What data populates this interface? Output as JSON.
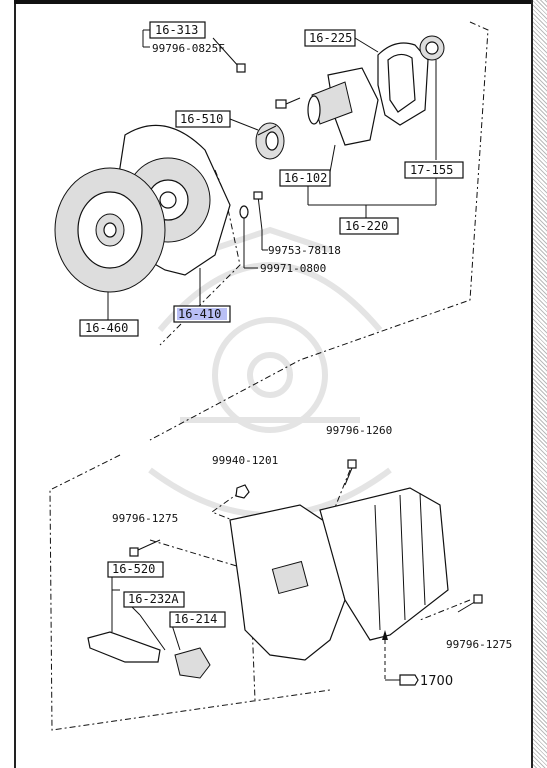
{
  "parts": {
    "p16_313": "16-313",
    "p99796_0825F": "99796-0825F",
    "p16_225": "16-225",
    "p16_510": "16-510",
    "p16_102": "16-102",
    "p17_155": "17-155",
    "p16_220": "16-220",
    "p99753_78118": "99753-78118",
    "p99971_0800": "99971-0800",
    "p16_410": "16-410",
    "p16_460": "16-460",
    "p99796_1260": "99796-1260",
    "p99940_1201": "99940-1201",
    "p99796_1275_a": "99796-1275",
    "p16_520": "16-520",
    "p16_232A": "16-232A",
    "p16_214": "16-214",
    "p99796_1275_b": "99796-1275",
    "ref_1700": "1700"
  },
  "highlight_color": "#b9bff5"
}
